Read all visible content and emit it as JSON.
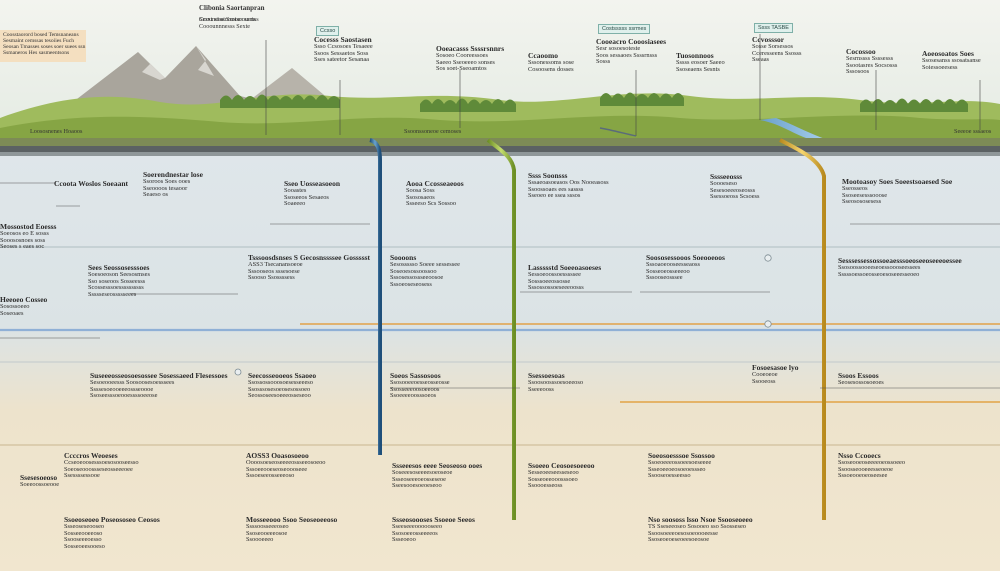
{
  "top_title": "Clibonia Saortanpran",
  "sky_lines": [
    "Ccounetss Ssoiscouenss",
    "Sesxt stastrcmoes seris",
    "Cooounnnesss Sexte"
  ],
  "tags": [
    "Ccsso",
    "Costsssss ssrmes",
    "Ssss TASBE"
  ],
  "left_note": [
    "Coosstaorord bosed Temsnaneans",
    "Sesmaint cemssas tesoiies Fuch",
    "Seosan Tmasses soses soer suees ssn",
    "Ssmaneros Hes sasmeentsons"
  ],
  "sky_labels": [
    {
      "title": "Cocesss Saostasen",
      "lines": [
        "Ssso Ccsosoes Tesaeee",
        "Ssoos Sessaetos Soss",
        "Sses sateetor Sesanaa"
      ]
    },
    {
      "title": "Ooeacasss Ssssrsnnrs",
      "lines": [
        "Sosoeo Cooreessoes",
        "Saeeo Sseoeeeo sonses",
        "Sos soet-Sseoamtos"
      ]
    },
    {
      "title": "Ccaoomo",
      "lines": [
        "Sssonessoms sose",
        "Cosoosens dosses"
      ]
    },
    {
      "title": "Cooeacro Cooosiasees",
      "lines": [
        "Sesr sosoesoteste",
        "Soos sessaoes Ssssrnsss",
        "Sosss"
      ]
    },
    {
      "title": "Tuosonnoos",
      "lines": [
        "Sssss eosoer Saeeo",
        "Ssoseaens Sesnts"
      ]
    },
    {
      "title": "Ccvosssor",
      "lines": [
        "Sosse Sorsessos",
        "Cceresseens Ssosss",
        "Sseaas"
      ]
    },
    {
      "title": "Cocossoo",
      "lines": [
        "Sesrnssss Ssssesss",
        "Ssootasres Socsosss",
        "Sssosoos"
      ]
    },
    {
      "title": "Aoeosoatos Soes",
      "lines": [
        "Ssosesanss ssosatsanse",
        "Soiessoeesess"
      ]
    }
  ],
  "ground_labels": [
    "Loososnenes Hoaoos",
    "Ssoonssoneoe cemoses",
    "Seeeoe sssaeos"
  ],
  "rows": [
    {
      "cells": [
        {
          "title": "Ccoota Woslos Soeaant",
          "lines": []
        },
        {
          "title": "Soerendnestar lose",
          "lines": [
            "Ssoroos Soes ooes",
            "Sseoooos tesaoor",
            "Seaeso os"
          ]
        },
        {
          "title": "Sseo Uosseasoeon",
          "lines": [
            "Sooastes",
            "Ssoseeos Sesaeos",
            "Soaeeeo"
          ]
        },
        {
          "title": "Aooa Ccosseaeoos",
          "lines": [
            "Soosa Soss",
            "Ssososaeos",
            "Ssseeso Scs Sossoo"
          ]
        },
        {
          "title": "Ssss Soonsss",
          "lines": [
            "Sssaeoasoeasos Oos Nooeasoss",
            "Ssoossoaes ees sassss",
            "Sseoeo ee ssea sssos"
          ]
        },
        {
          "title": "Sssseeosss",
          "lines": [
            "Soooeseso",
            "Sesesoeeeoseosss",
            "Ssessoeoss Scsoess"
          ]
        },
        {
          "title": "Mootoasoy Soes Soeestsoaesed Soe",
          "lines": [
            "Sseosseos",
            "Ssoseesesssooose",
            "Sseosososesess"
          ]
        }
      ]
    },
    {
      "cells": [
        {
          "title": "Mossostod Eoesss",
          "lines": [
            "Soeosos eo E sosss",
            "Sooososnoes soss",
            "Seoses s eaes soc"
          ]
        },
        {
          "title": "Sees Seossosesssoes",
          "lines": [
            "Soesoeoson Seesosmses",
            "Sso soseoos Sosseesss",
            "Scossesssoessssssssss",
            "Ssssseseossssseees"
          ]
        },
        {
          "title": "Tsssoosdsnses S Gecosnssssee Gossssst",
          "lines": [
            "ASS3 Tsecanansoeoe",
            "Sssooseos sssesoese",
            "Ssooso Ssossssess"
          ]
        },
        {
          "title": "Soooons",
          "lines": [
            "Sesossssso Soeee sessessee",
            "Soseoesossoossoo",
            "Sssosessossseeoosoe",
            "Sssoeoseseosess"
          ]
        },
        {
          "title": "Lassssstd Soeeoasoeses",
          "lines": [
            "Sessoeoossoesssssee",
            "Sosssoeeossosse",
            "Sssossossoeseeeoosss"
          ]
        },
        {
          "title": "Soososessooos Soeooeoos",
          "lines": [
            "Sssoaoeooseesseaoss",
            "Sosseoeosseeeoo",
            "Sssooseosssee"
          ]
        },
        {
          "title": "Sesssessessossoeaesssoeoseeoseeeoessee",
          "lines": [
            "Ssosoossooeeseoessoooseessees",
            "Sssssoessoeosseoesoseeesseoeo"
          ]
        }
      ]
    },
    {
      "cells": [
        {
          "title": "Heeoeo Cosseo",
          "lines": [
            "Sosossoeeo",
            "Soseoaes"
          ]
        },
        {
          "title": "Suseeeosseosoesossee Sosessaeed Flesessoes",
          "lines": [
            "Sesoeooeesss Soosoosesoesssees",
            "Ssssesoeooeeeossseoooe",
            "Ssoseesssoeooessssoeeose"
          ]
        },
        {
          "title": "Seecosseooeos Ssaoeo",
          "lines": [
            "Ssossossooosoesesseeeso",
            "Ssosssosesoeosesossoeo",
            "Seossoseesoeeeosseseoo"
          ]
        },
        {
          "title": "Soeos Sassosoos",
          "lines": [
            "Ssosooeeoesseosseosse",
            "Ssosseeeoosoeeoos",
            "Ssoeeeeoosssoeos"
          ]
        },
        {
          "title": "Ssessoesoas",
          "lines": [
            "Ssoosoosssoesoeeoso",
            "Sseeeooss"
          ]
        },
        {
          "title": "Fosoesasoe lyo",
          "lines": [
            "Cooeoeoe",
            "Ssooeoss"
          ]
        },
        {
          "title": "Ssoos Essoos",
          "lines": [
            "Seosesossosoeoes"
          ]
        }
      ]
    },
    {
      "cells": [
        {
          "title": "Ccccros Weoeses",
          "lines": [
            "Ccseoeoosesssoesosooseesso",
            "Soeoseooossseseosseeeoee",
            "Ssessssessooe"
          ]
        },
        {
          "title": "AOSS3 Ooasosoeoo",
          "lines": [
            "Oooosoeseoseeeeossseeosoeoo",
            "Sssoeeooeseoseoooseee",
            "Sssoeseeosseeeoso"
          ]
        },
        {
          "title": "Ssseeesos eeee Seoseoso ooes",
          "lines": [
            "Soseeesoseeeesoeoseoe",
            "Ssseoseeeoeosseseoe",
            "Sseesooesoeoeseoo"
          ]
        },
        {
          "title": "Ssoeeo Ceosoesoeeoo",
          "lines": [
            "Sesseoeeseesseseoo",
            "Sosseoeeooosssoeo",
            "Ssoooesseoss"
          ]
        },
        {
          "title": "Soeosoesssoe Ssossoo",
          "lines": [
            "Ssoeoeeeossoeesoeseeee",
            "Ssseoeeoeosoeoessseo",
            "Ssooseoesseesso"
          ]
        },
        {
          "title": "Nsso Ccooecs",
          "lines": [
            "Ssoseooeoseeeeoeossoeeo",
            "Ssoosseooeeesseoeoe",
            "Sssoeooeoeoseesee"
          ]
        },
        {
          "title": "Ssesesoeoso",
          "lines": [
            "Soeeoossoeooe"
          ]
        }
      ]
    },
    {
      "cells": [
        {
          "title": "Ssoeoseoeo Poseososeo Ceosos",
          "lines": [
            "Ssseoseseooseo",
            "Sosseeooeeoso",
            "Ssooseeeoesso",
            "Sosseoeesooeso"
          ]
        },
        {
          "title": "Mosseeooo Ssoo Seoseoeeoso",
          "lines": [
            "Ssssoosseeeoseo",
            "Ssoseooeeeosoe",
            "Ssoooeeeo"
          ]
        },
        {
          "title": "Ssseosoooses Ssoeoe Seeos",
          "lines": [
            "Sseeseeeoooooseeo",
            "Ssosoeeosseeeeos",
            "Ssseoeoo"
          ]
        },
        {
          "title": "Nso soososs lsso Nsoe Ssooseoeeo",
          "lines": [
            "TS Sseseeoseo Sosooeo sso Ssosseseo",
            "Ssoosoeeeoesosoeoooeesse",
            "Ssoseoeoeseoeesoeosoe"
          ]
        }
      ]
    }
  ],
  "colors": {
    "sky": "#eef1ec",
    "hills": "#8aa84a",
    "mountain": "#9e9b94",
    "band_blue": "#d8e2e6",
    "band_sand": "#efe4cf",
    "pipe_blue": "#3c76a6",
    "pipe_green": "#8fb43a",
    "pipe_yellow": "#e0b23a",
    "pipe_orange": "#e0962b"
  }
}
